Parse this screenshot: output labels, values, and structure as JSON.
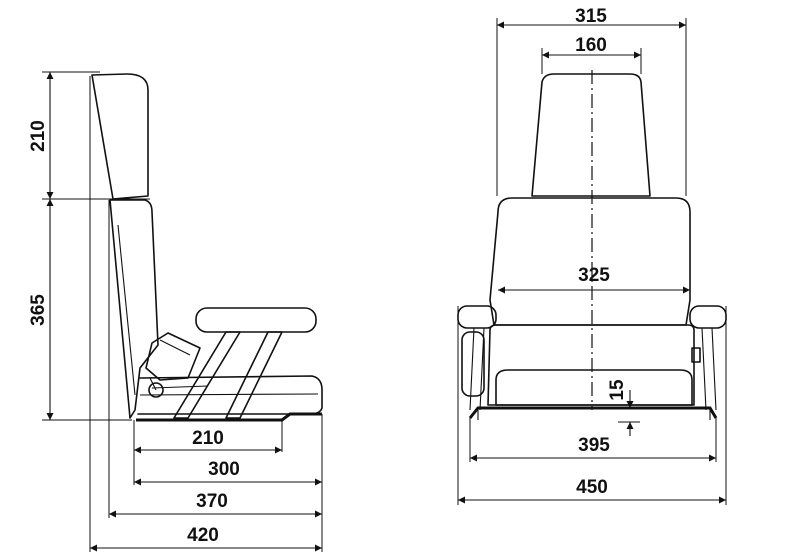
{
  "side_view": {
    "headrest_height": "210",
    "backrest_height": "365",
    "base_depth": "210",
    "seat_depth": "300",
    "armrest_depth": "370",
    "overall_depth": "420"
  },
  "front_view": {
    "overall_back_width": "315",
    "headrest_width": "160",
    "backrest_width": "325",
    "seat_height_step": "15",
    "base_width": "395",
    "overall_width": "450"
  },
  "colors": {
    "line": "#111111",
    "background": "#ffffff"
  }
}
